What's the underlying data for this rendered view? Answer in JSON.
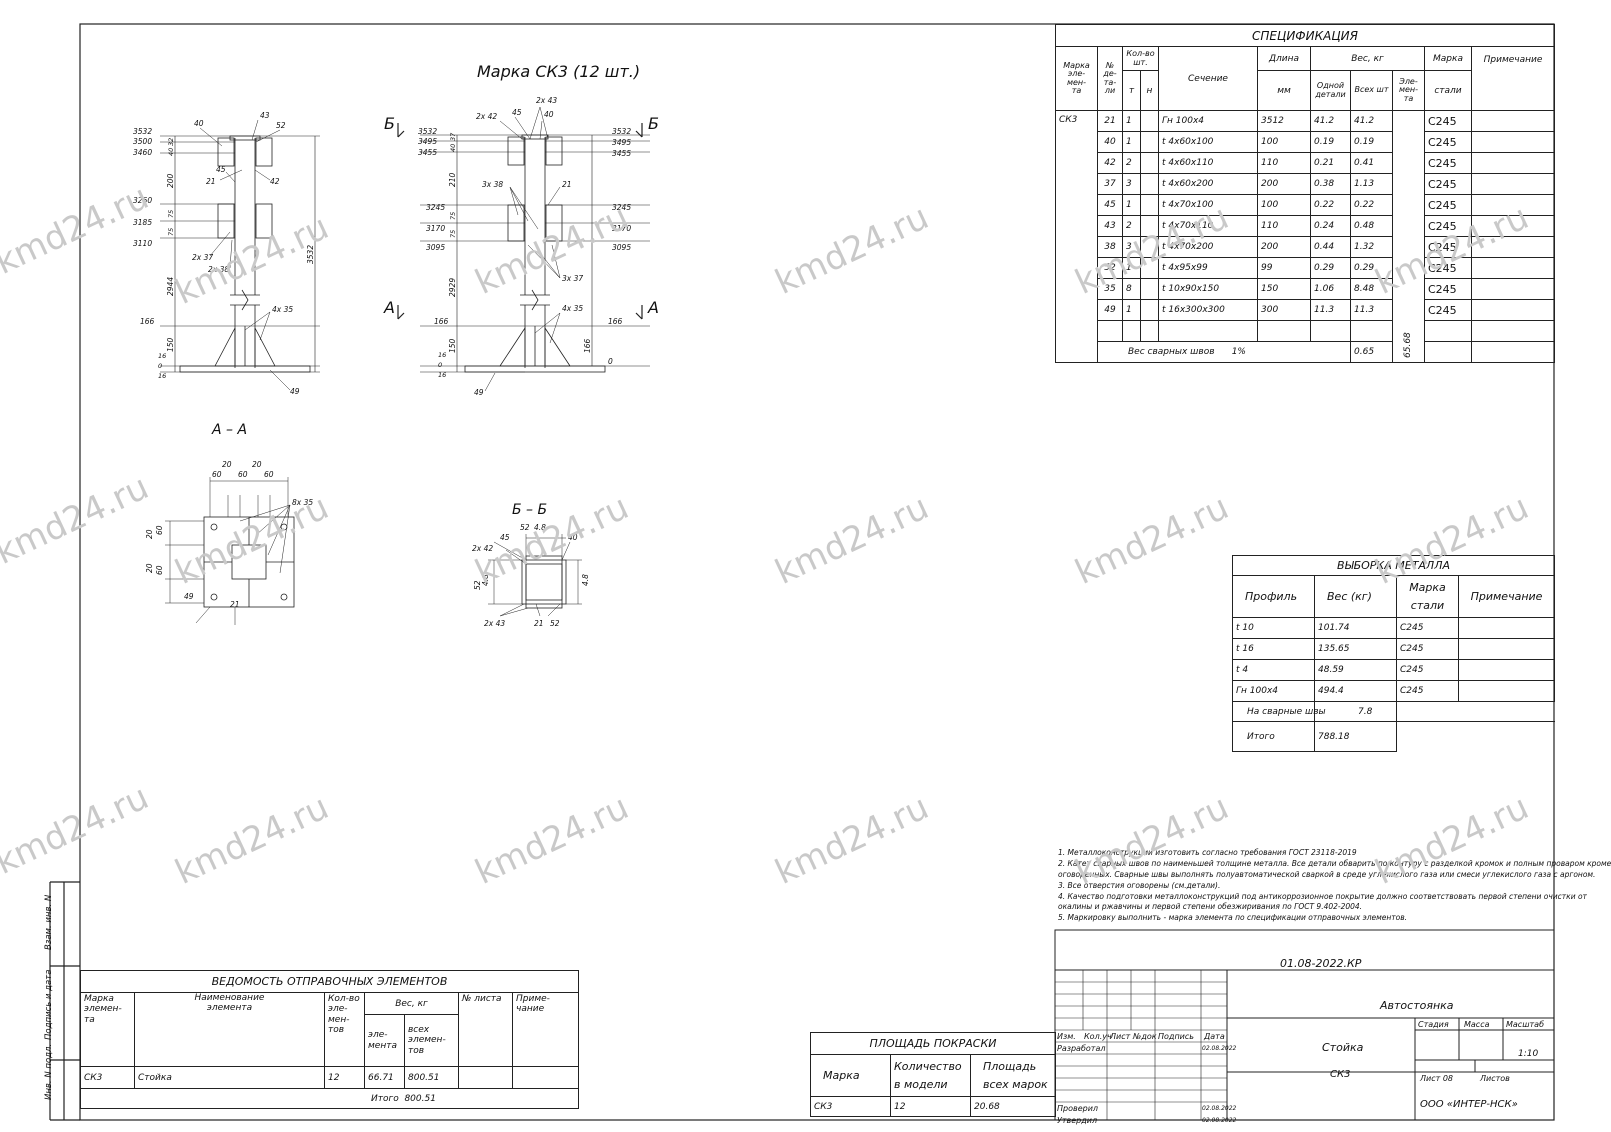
{
  "watermark": "kmd24.ru",
  "drawing": {
    "title": "Марка СК3 (12 шт.)",
    "sect_a": "А – А",
    "sect_b": "Б – Б",
    "cut_b": "Б",
    "cut_a": "А",
    "v1": {
      "levels": [
        "3532",
        "3500",
        "3460",
        "3260",
        "3185",
        "3110",
        "166",
        "16",
        "0",
        "16"
      ],
      "dims_v": [
        "32",
        "40",
        "200",
        "75",
        "75",
        "2944",
        "150",
        "3532"
      ],
      "parts": [
        "40",
        "43",
        "52",
        "21",
        "45",
        "42",
        "2x 37",
        "2x 38",
        "4x 35",
        "49"
      ]
    },
    "v2": {
      "levels_l": [
        "3532",
        "3495",
        "3455",
        "3245",
        "3170",
        "3095",
        "166",
        "16",
        "0",
        "16"
      ],
      "levels_r": [
        "3532",
        "3495",
        "3455",
        "3245",
        "3170",
        "3095",
        "166",
        "0"
      ],
      "dims": [
        "37",
        "40",
        "210",
        "75",
        "75",
        "2929",
        "150",
        "166"
      ],
      "parts": [
        "2x 42",
        "45",
        "2x 43",
        "40",
        "3x 38",
        "21",
        "3x 37",
        "4x 35",
        "49"
      ]
    },
    "aa": {
      "dims": [
        "20",
        "20",
        "60",
        "60",
        "60",
        "20",
        "60",
        "60",
        "20"
      ],
      "parts": [
        "8x 35",
        "49",
        "21"
      ]
    },
    "bb": {
      "dims": [
        "52",
        "4.8",
        "52",
        "4.8",
        "4.8"
      ],
      "parts": [
        "45",
        "2x 42",
        "40",
        "2x 43",
        "21",
        "52"
      ]
    }
  },
  "spec": {
    "title": "СПЕЦИФИКАЦИЯ",
    "h_mark": "Марка эле- мен- та",
    "h_mark_lines": [
      "Марка",
      "эле-",
      "мен-",
      "та"
    ],
    "h_num_lines": [
      "№",
      "де-",
      "та-",
      "ли"
    ],
    "h_qty": "Кол-во шт.",
    "h_qty_t": "т",
    "h_qty_n": "н",
    "h_section": "Сечение",
    "h_len": "Длина",
    "h_len_unit": "мм",
    "h_weight": "Вес, кг",
    "h_w_one": "Одной детали",
    "h_w_all": "Всех шт",
    "h_w_el": "Эле- мен- та",
    "h_steel": "Марка",
    "h_steel2": "стали",
    "h_note": "Примечание",
    "element": "СК3",
    "rows": [
      {
        "n": "21",
        "q": "1",
        "s": "Гн 100x4",
        "l": "3512",
        "w1": "41.2",
        "wa": "41.2",
        "st": "С245"
      },
      {
        "n": "40",
        "q": "1",
        "s": "t 4x60x100",
        "l": "100",
        "w1": "0.19",
        "wa": "0.19",
        "st": "С245"
      },
      {
        "n": "42",
        "q": "2",
        "s": "t 4x60x110",
        "l": "110",
        "w1": "0.21",
        "wa": "0.41",
        "st": "С245"
      },
      {
        "n": "37",
        "q": "3",
        "s": "t 4x60x200",
        "l": "200",
        "w1": "0.38",
        "wa": "1.13",
        "st": "С245"
      },
      {
        "n": "45",
        "q": "1",
        "s": "t 4x70x100",
        "l": "100",
        "w1": "0.22",
        "wa": "0.22",
        "st": "С245"
      },
      {
        "n": "43",
        "q": "2",
        "s": "t 4x70x110",
        "l": "110",
        "w1": "0.24",
        "wa": "0.48",
        "st": "С245"
      },
      {
        "n": "38",
        "q": "3",
        "s": "t 4x70x200",
        "l": "200",
        "w1": "0.44",
        "wa": "1.32",
        "st": "С245"
      },
      {
        "n": "52",
        "q": "1",
        "s": "t 4x95x99",
        "l": "99",
        "w1": "0.29",
        "wa": "0.29",
        "st": "С245"
      },
      {
        "n": "35",
        "q": "8",
        "s": "t 10x90x150",
        "l": "150",
        "w1": "1.06",
        "wa": "8.48",
        "st": "С245"
      },
      {
        "n": "49",
        "q": "1",
        "s": "t 16x300x300",
        "l": "300",
        "w1": "11.3",
        "wa": "11.3",
        "st": "С245"
      }
    ],
    "welds_label": "Вес сварных швов",
    "welds_pct": "1%",
    "welds_val": "0.65",
    "element_total": "65.68"
  },
  "selection": {
    "title": "ВЫБОРКА МЕТАЛЛА",
    "h_profile": "Профиль",
    "h_weight": "Вес (кг)",
    "h_steel": "Марка",
    "h_steel2": "стали",
    "h_note": "Примечание",
    "rows": [
      {
        "p": "t 10",
        "w": "101.74",
        "s": "С245"
      },
      {
        "p": "t 16",
        "w": "135.65",
        "s": "С245"
      },
      {
        "p": "t 4",
        "w": "48.59",
        "s": "С245"
      },
      {
        "p": "Гн 100x4",
        "w": "494.4",
        "s": "С245"
      }
    ],
    "welds_label": "На сварные швы",
    "welds_val": "7.8",
    "total_label": "Итого",
    "total_val": "788.18"
  },
  "notes": [
    "1. Металлоконструкции изготовить согласно требования ГОСТ 23118-2019",
    "2. Катет сварных швов по наименьшей толщине металла. Все детали обварить по контуру с разделкой кромок и полным проваром кроме",
    "оговоренных. Сварные швы выполнять полуавтоматической сваркой в среде углекислого газа или смеси углекислого газа с аргоном.",
    "3. Все отверстия оговорены (см.детали).",
    "4. Качество подготовки металлоконструкций под антикоррозионное покрытие должно соответствовать первой степени очистки от",
    "окалины и  ржавчины и первой степени обезжиривания по ГОСТ 9.402-2004.",
    "5. Маркировку выполнить - марка элемента по спецификации отправочных элементов."
  ],
  "dispatch": {
    "title": "ВЕДОМОСТЬ ОТПРАВОЧНЫХ ЭЛЕМЕНТОВ",
    "h_mark": "Марка элемен- та",
    "h_name": "Наименование элемента",
    "h_qty": "Кол-во эле- мен- тов",
    "h_weight": "Вес, кг",
    "h_w_el": "эле- мента",
    "h_w_all": "всех элемен- тов",
    "h_sheet": "№ листа",
    "h_note": "Приме- чание",
    "row": {
      "mark": "СК3",
      "name": "Стойка",
      "qty": "12",
      "w_el": "66.71",
      "w_all": "800.51"
    },
    "total_label": "Итого",
    "total_val": "800.51"
  },
  "paint": {
    "title": "ПЛОЩАДЬ ПОКРАСКИ",
    "h_mark": "Марка",
    "h_qty": "Количество в модели",
    "h_area": "Площадь всех марок",
    "row": {
      "mark": "СК3",
      "qty": "12",
      "area": "20.68"
    }
  },
  "stamp": {
    "code": "01.08-2022.КР",
    "project": "Автостоянка",
    "object1": "Стойка",
    "object2": "СК3",
    "h": [
      "Изм.",
      "Кол.уч",
      "Лист",
      "№док",
      "Подпись",
      "Дата"
    ],
    "developed": "Разработал",
    "checked": "Проверил",
    "approved": "Утвердил",
    "date": "02.08.2022",
    "stage": "Стадия",
    "mass": "Масса",
    "scale": "Масштаб",
    "scale_val": "1:10",
    "sheet": "Лист 08",
    "sheets": "Листов",
    "company": "ООО «ИНТЕР-НСК»"
  },
  "side": {
    "inv_orig": "Инв. N подл.",
    "sign": "Подпись и дата",
    "inv_sub": "Взам. инв. N"
  }
}
